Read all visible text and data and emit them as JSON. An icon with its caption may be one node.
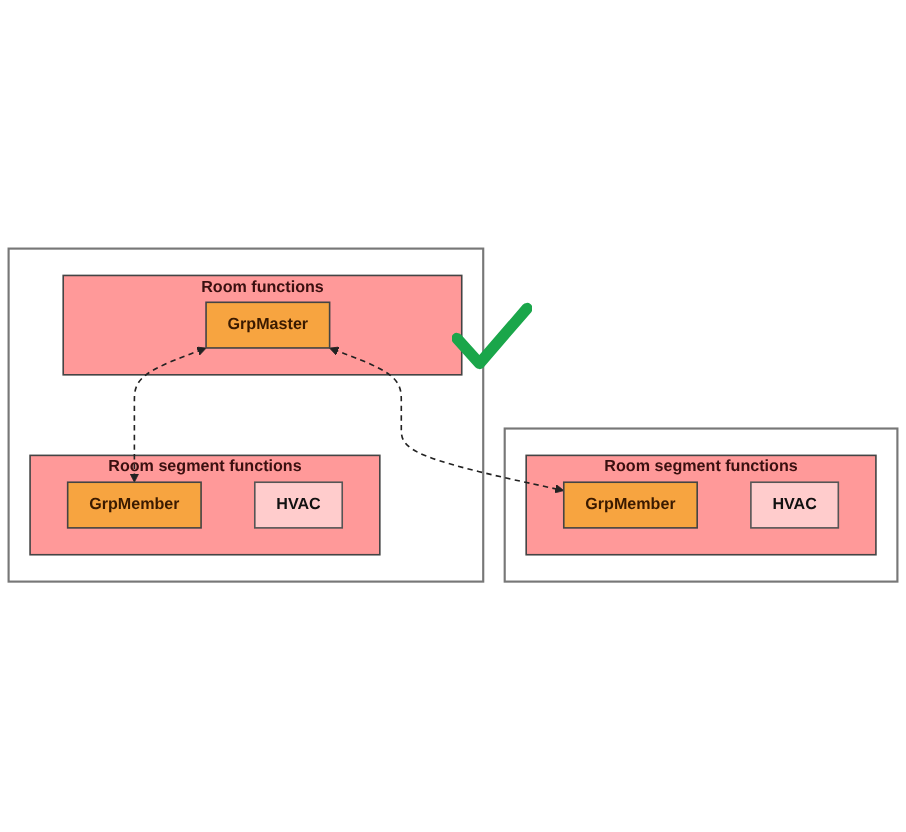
{
  "diagram": {
    "nodes": [
      {
        "text": [],
        "shape": "box"
      },
      {
        "text": [
          "Room functions"
        ],
        "in": 0
      },
      {
        "text": [
          "GrpMaster"
        ],
        "in": 1
      },
      {
        "text": [
          "Room segment functions"
        ],
        "in": 0
      },
      {
        "text": [
          "GrpMember"
        ],
        "in": 3
      },
      {
        "text": [
          "HVAC"
        ],
        "in": 3
      },
      {
        "text": [],
        "shape": "box"
      },
      {
        "text": [
          "Room segment functions"
        ],
        "in": 6
      },
      {
        "text": [
          "GrpMember"
        ],
        "in": 7
      },
      {
        "text": [
          "HVAC"
        ],
        "in": 7
      }
    ],
    "edges": [
      {
        "from": 2,
        "to": 4,
        "arrow": "both",
        "style": "dashed"
      },
      {
        "from": 2,
        "to": 8,
        "arrow": "both",
        "style": "dashed"
      }
    ]
  }
}
